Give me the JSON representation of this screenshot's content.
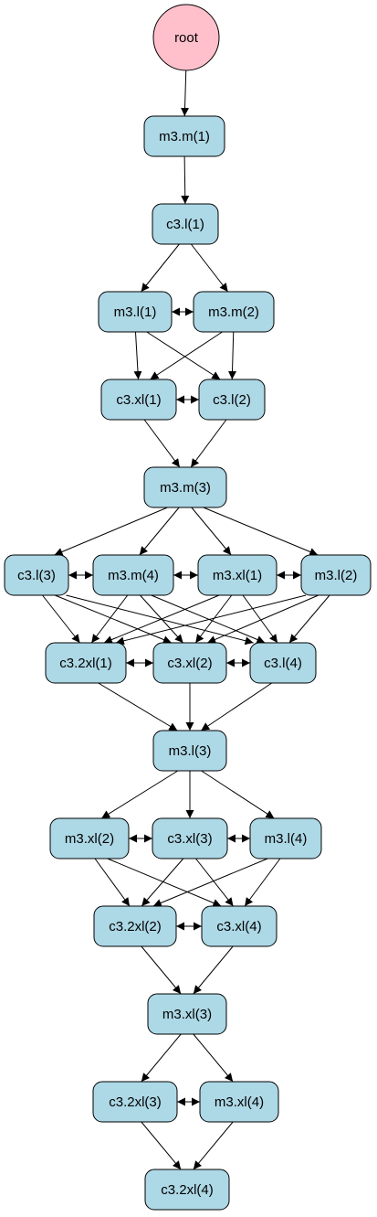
{
  "colors": {
    "root_fill": "#ffc0cb",
    "node_fill": "#add8e6",
    "stroke": "#000000",
    "edge": "#000000"
  },
  "nodes": [
    {
      "id": "root",
      "label": "root",
      "shape": "circle"
    },
    {
      "id": "m3m1",
      "label": "m3.m(1)"
    },
    {
      "id": "c3l1",
      "label": "c3.l(1)"
    },
    {
      "id": "m3l1",
      "label": "m3.l(1)"
    },
    {
      "id": "m3m2",
      "label": "m3.m(2)"
    },
    {
      "id": "c3xl1",
      "label": "c3.xl(1)"
    },
    {
      "id": "c3l2",
      "label": "c3.l(2)"
    },
    {
      "id": "m3m3",
      "label": "m3.m(3)"
    },
    {
      "id": "c3l3",
      "label": "c3.l(3)"
    },
    {
      "id": "m3m4",
      "label": "m3.m(4)"
    },
    {
      "id": "m3xl1",
      "label": "m3.xl(1)"
    },
    {
      "id": "m3l2",
      "label": "m3.l(2)"
    },
    {
      "id": "c32xl1",
      "label": "c3.2xl(1)"
    },
    {
      "id": "c3xl2",
      "label": "c3.xl(2)"
    },
    {
      "id": "c3l4",
      "label": "c3.l(4)"
    },
    {
      "id": "m3l3",
      "label": "m3.l(3)"
    },
    {
      "id": "m3xl2",
      "label": "m3.xl(2)"
    },
    {
      "id": "c3xl3",
      "label": "c3.xl(3)"
    },
    {
      "id": "m3l4",
      "label": "m3.l(4)"
    },
    {
      "id": "c32xl2",
      "label": "c3.2xl(2)"
    },
    {
      "id": "c3xl4",
      "label": "c3.xl(4)"
    },
    {
      "id": "m3xl3",
      "label": "m3.xl(3)"
    },
    {
      "id": "c32xl3",
      "label": "c3.2xl(3)"
    },
    {
      "id": "m3xl4",
      "label": "m3.xl(4)"
    },
    {
      "id": "c32xl4",
      "label": "c3.2xl(4)"
    }
  ],
  "edges": [
    [
      "root",
      "m3m1"
    ],
    [
      "m3m1",
      "c3l1"
    ],
    [
      "c3l1",
      "m3l1"
    ],
    [
      "c3l1",
      "m3m2"
    ],
    [
      "m3l1",
      "c3xl1"
    ],
    [
      "m3l1",
      "c3l2"
    ],
    [
      "m3m2",
      "c3xl1"
    ],
    [
      "m3m2",
      "c3l2"
    ],
    [
      "c3xl1",
      "m3m3"
    ],
    [
      "c3l2",
      "m3m3"
    ],
    [
      "m3m3",
      "c3l3"
    ],
    [
      "m3m3",
      "m3m4"
    ],
    [
      "m3m3",
      "m3xl1"
    ],
    [
      "m3m3",
      "m3l2"
    ],
    [
      "c3l3",
      "c32xl1"
    ],
    [
      "c3l3",
      "c3xl2"
    ],
    [
      "c3l3",
      "c3l4"
    ],
    [
      "m3m4",
      "c32xl1"
    ],
    [
      "m3m4",
      "c3xl2"
    ],
    [
      "m3m4",
      "c3l4"
    ],
    [
      "m3xl1",
      "c32xl1"
    ],
    [
      "m3xl1",
      "c3xl2"
    ],
    [
      "m3xl1",
      "c3l4"
    ],
    [
      "m3l2",
      "c32xl1"
    ],
    [
      "m3l2",
      "c3xl2"
    ],
    [
      "m3l2",
      "c3l4"
    ],
    [
      "c32xl1",
      "m3l3"
    ],
    [
      "c3xl2",
      "m3l3"
    ],
    [
      "c3l4",
      "m3l3"
    ],
    [
      "m3l3",
      "m3xl2"
    ],
    [
      "m3l3",
      "c3xl3"
    ],
    [
      "m3l3",
      "m3l4"
    ],
    [
      "m3xl2",
      "c32xl2"
    ],
    [
      "m3xl2",
      "c3xl4"
    ],
    [
      "c3xl3",
      "c32xl2"
    ],
    [
      "c3xl3",
      "c3xl4"
    ],
    [
      "m3l4",
      "c32xl2"
    ],
    [
      "m3l4",
      "c3xl4"
    ],
    [
      "c32xl2",
      "m3xl3"
    ],
    [
      "c3xl4",
      "m3xl3"
    ],
    [
      "m3xl3",
      "c32xl3"
    ],
    [
      "m3xl3",
      "m3xl4"
    ],
    [
      "c32xl3",
      "c32xl4"
    ],
    [
      "m3xl4",
      "c32xl4"
    ]
  ],
  "bidirectional": [
    [
      "m3l1",
      "m3m2"
    ],
    [
      "c3xl1",
      "c3l2"
    ],
    [
      "c3l3",
      "m3m4"
    ],
    [
      "m3m4",
      "m3xl1"
    ],
    [
      "m3xl1",
      "m3l2"
    ],
    [
      "c32xl1",
      "c3xl2"
    ],
    [
      "c3xl2",
      "c3l4"
    ],
    [
      "m3xl2",
      "c3xl3"
    ],
    [
      "c3xl3",
      "m3l4"
    ],
    [
      "c32xl2",
      "c3xl4"
    ],
    [
      "c32xl3",
      "m3xl4"
    ]
  ]
}
